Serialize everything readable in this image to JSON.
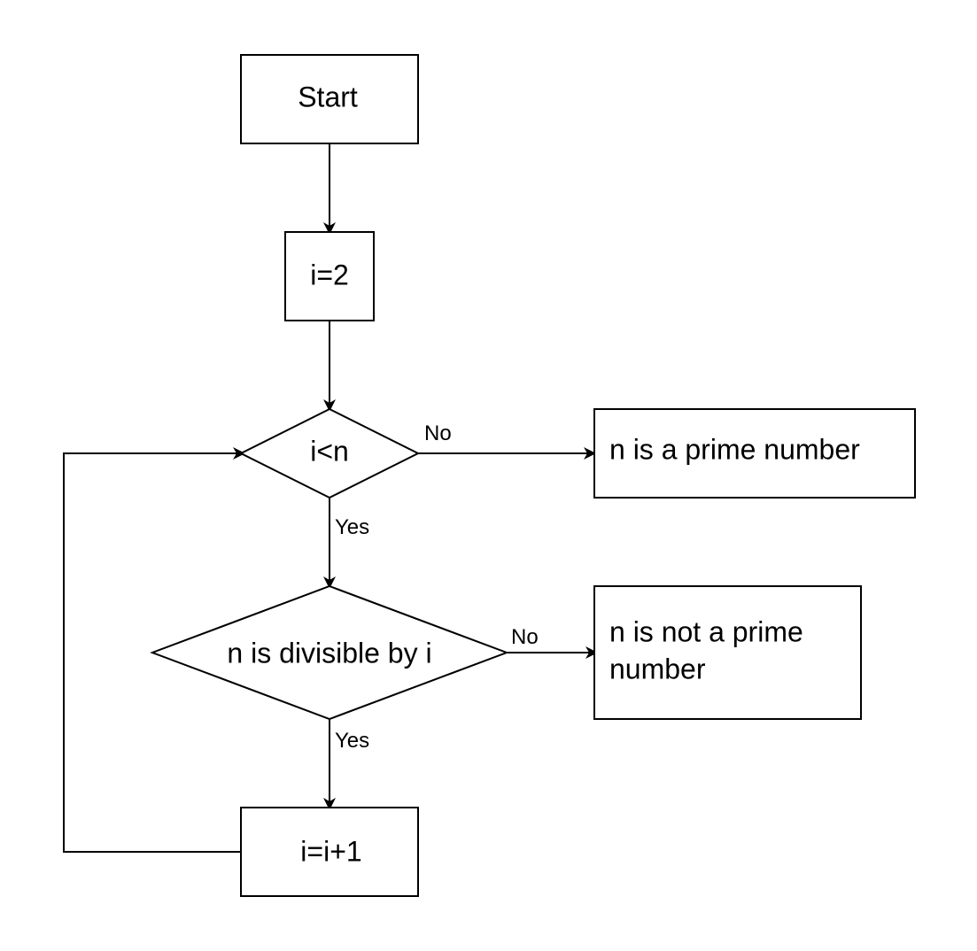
{
  "nodes": {
    "start": {
      "label": "Start"
    },
    "init": {
      "label": "i=2"
    },
    "loop_check": {
      "label": "i<n"
    },
    "prime_result": {
      "label": "n is a prime number"
    },
    "divisible_check": {
      "label": "n is divisible by i"
    },
    "not_prime_result": {
      "label_line1": "n is not a prime",
      "label_line2": "number"
    },
    "increment": {
      "label": "i=i+1"
    }
  },
  "edges": {
    "loop_no": {
      "label": "No"
    },
    "loop_yes": {
      "label": "Yes"
    },
    "divisible_no": {
      "label": "No"
    },
    "divisible_yes": {
      "label": "Yes"
    }
  }
}
